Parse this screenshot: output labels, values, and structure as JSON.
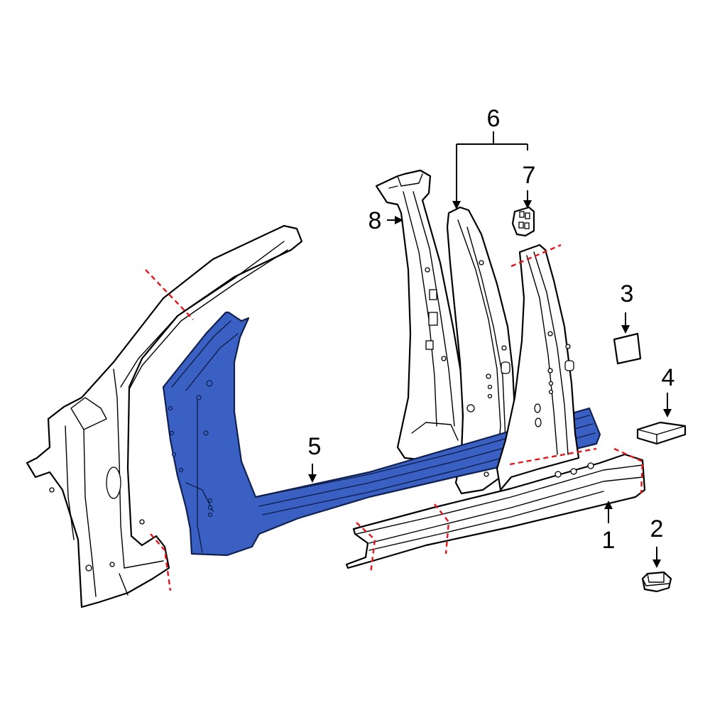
{
  "diagram": {
    "highlight_color": "#3a60c4",
    "cut_line_color": "#e8141a",
    "callouts": [
      {
        "id": "1",
        "label": "1"
      },
      {
        "id": "2",
        "label": "2"
      },
      {
        "id": "3",
        "label": "3"
      },
      {
        "id": "4",
        "label": "4"
      },
      {
        "id": "5",
        "label": "5"
      },
      {
        "id": "6",
        "label": "6"
      },
      {
        "id": "7",
        "label": "7"
      },
      {
        "id": "8",
        "label": "8"
      }
    ]
  }
}
